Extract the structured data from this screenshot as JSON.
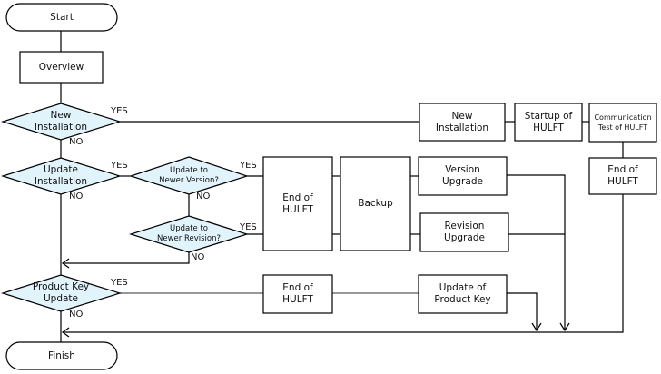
{
  "nodes": {
    "start": "Start",
    "overview": "Overview",
    "new_installation_decision": "New\nInstallation",
    "update_installation_decision": "Update\nInstallation",
    "newer_version_decision": "Update to\nNewer Version?",
    "newer_revision_decision": "Update to\nNewer Revision?",
    "product_key_decision": "Product Key\nUpdate",
    "finish": "Finish",
    "new_installation": "New\nInstallation",
    "startup_hulft": "Startup of\nHULFT",
    "communication_test": "Communication\nTest of HULFT",
    "end_hulft_new": "End of\nHULFT",
    "end_hulft_update": "End of\nHULFT",
    "backup": "Backup",
    "version_upgrade": "Version\nUpgrade",
    "revision_upgrade": "Revision\nUpgrade",
    "end_hulft_key": "End of\nHULFT",
    "update_product_key": "Update of\nProduct Key"
  },
  "branch_labels": {
    "yes": "YES",
    "no": "NO"
  },
  "colors": {
    "decision_fill": "#e1f3fb"
  }
}
